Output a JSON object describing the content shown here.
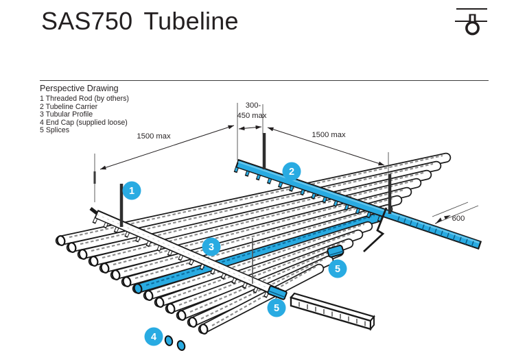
{
  "header": {
    "title_word1": "SAS750",
    "title_word2": "Tubeline",
    "icon": "ceiling-suspended-tube-icon"
  },
  "section": {
    "heading": "Perspective Drawing"
  },
  "legend": {
    "items": [
      "1 Threaded Rod (by others)",
      "2 Tubeline Carrier",
      "3 Tubular Profile",
      "4 End Cap (supplied loose)",
      "5 Splices"
    ]
  },
  "dimensions": {
    "left_span": "1500 max",
    "rod_offset_line1": "300-",
    "rod_offset_line2": "450 max",
    "right_span": "1500 max",
    "carrier_overhang": "600"
  },
  "callouts": {
    "threaded_rod": "1",
    "tubeline_carrier": "2",
    "tubular_profile": "3",
    "end_cap": "4",
    "splice_right": "5",
    "splice_bottom": "5"
  },
  "colors": {
    "accent": "#29ABE2",
    "line": "#231F20"
  }
}
